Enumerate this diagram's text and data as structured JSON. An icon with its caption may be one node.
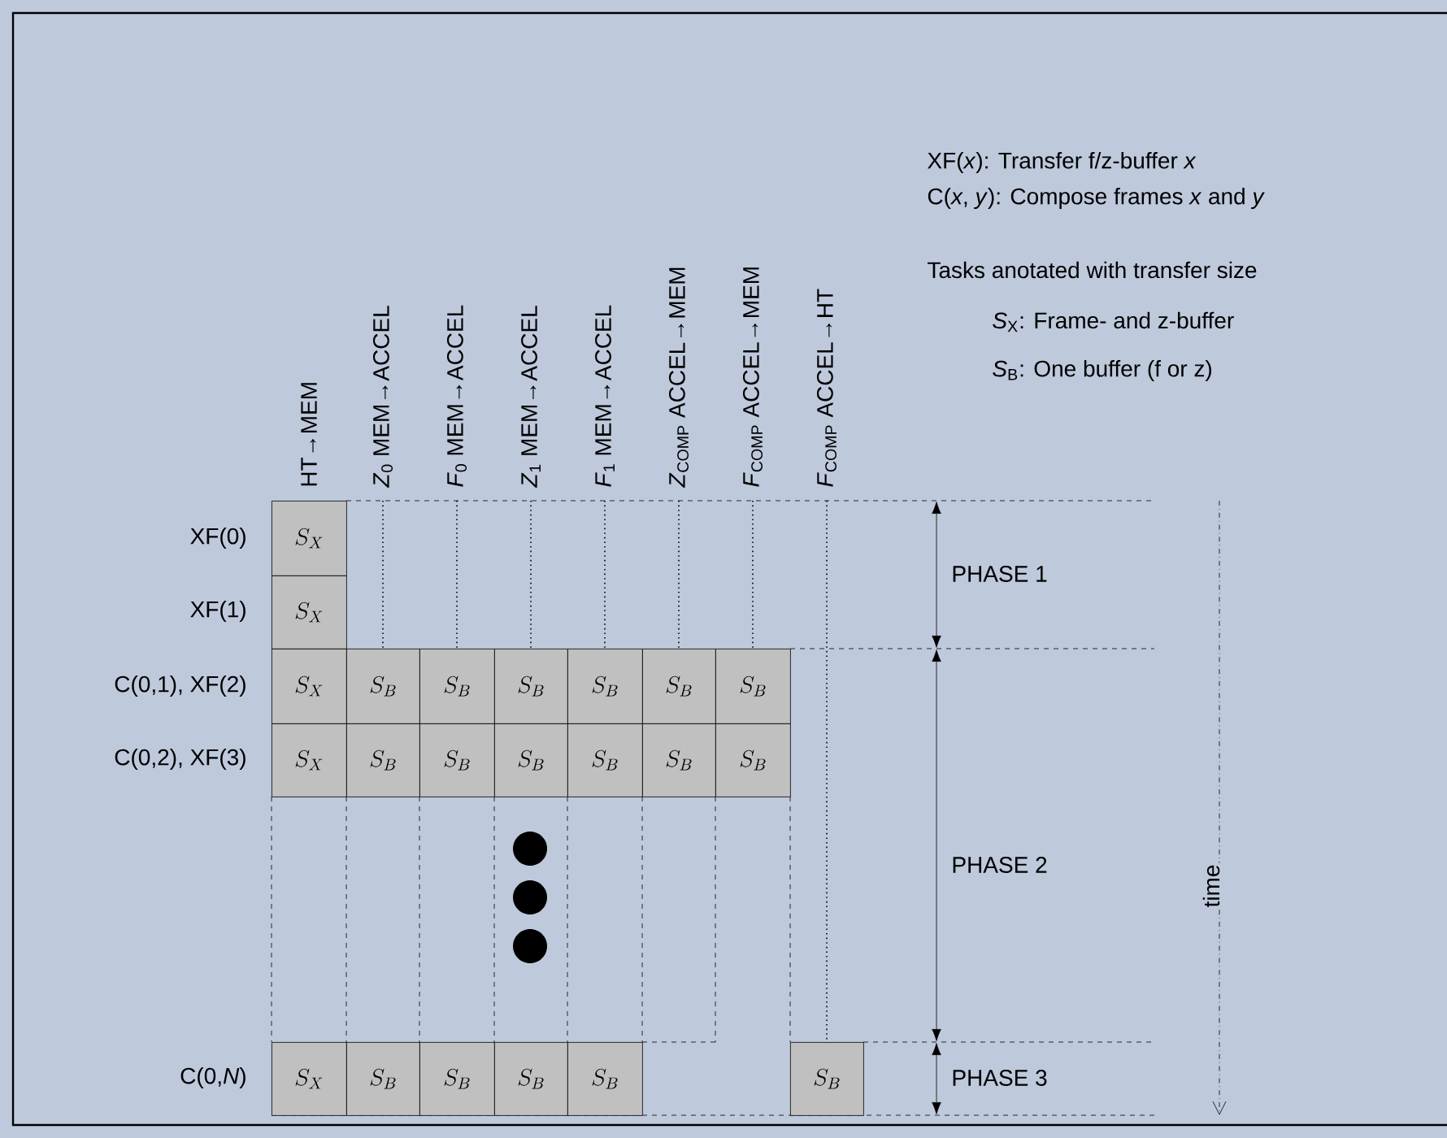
{
  "diagram": {
    "nodes": [
      {
        "text": [
          "S_X"
        ]
      },
      {
        "text": [
          "S_X"
        ]
      },
      {
        "text": [
          "S_X"
        ]
      },
      {
        "text": [
          "S_B"
        ]
      },
      {
        "text": [
          "S_B"
        ]
      },
      {
        "text": [
          "S_B"
        ]
      },
      {
        "text": [
          "S_B"
        ]
      },
      {
        "text": [
          "S_B"
        ]
      },
      {
        "text": [
          "S_B"
        ]
      },
      {
        "text": [
          "S_X"
        ]
      },
      {
        "text": [
          "S_B"
        ]
      },
      {
        "text": [
          "S_B"
        ]
      },
      {
        "text": [
          "S_B"
        ]
      },
      {
        "text": [
          "S_B"
        ]
      },
      {
        "text": [
          "S_B"
        ]
      },
      {
        "text": [
          "S_B"
        ]
      },
      {
        "text": [
          "S_X"
        ]
      },
      {
        "text": [
          "S_B"
        ]
      },
      {
        "text": [
          "S_B"
        ]
      },
      {
        "text": [
          "S_B"
        ]
      },
      {
        "text": [
          "S_B"
        ]
      },
      {
        "text": [
          "S_B"
        ]
      }
    ],
    "labels": [
      "XF(*x*): Transfer f/z-buffer *x*",
      "C(*x*, *y*): Compose frames *x* and *y*",
      "Tasks anotated with transfer size",
      "*S*$_{X}$: Frame- and z-buffer",
      "*S*$_{B}$: One buffer (f or z)",
      "HT→MEM",
      "*Z*$_{0}$ MEM→ACCEL",
      "*F*$_{0}$ MEM→ACCEL",
      "*Z*$_{1}$ MEM→ACCEL",
      "*F*$_{1}$ MEM→ACCEL",
      "*Z*$_{COMP}$ ACCEL→MEM",
      "*F*$_{COMP}$ ACCEL→MEM",
      "*F*$_{COMP}$ ACCEL→HT",
      "XF(0)",
      "XF(1)",
      "C(0,1), XF(2)",
      "C(0,2), XF(3)",
      "C(0,*N*)",
      "PHASE 1",
      "PHASE 2",
      "PHASE 3",
      "time"
    ]
  }
}
